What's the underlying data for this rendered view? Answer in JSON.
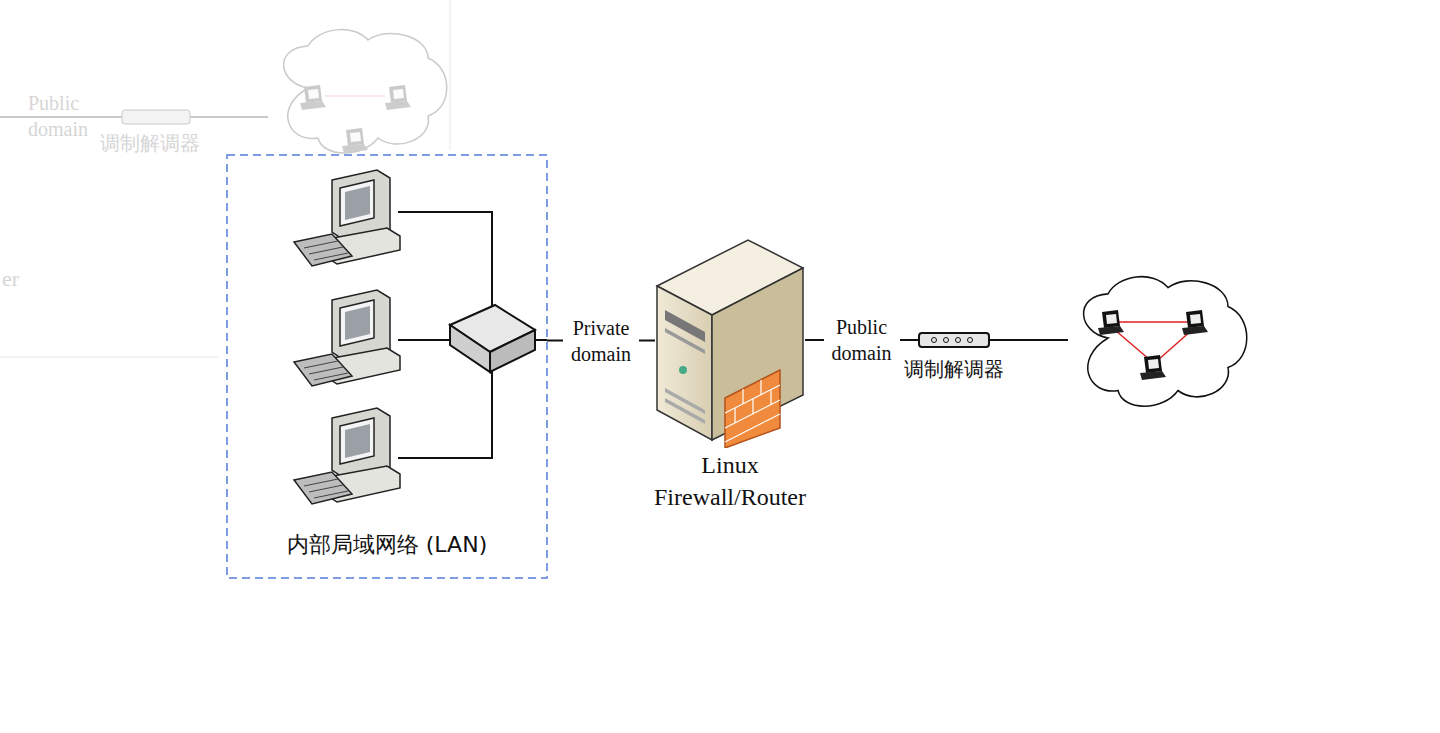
{
  "diagram": {
    "nodes": [
      {
        "text": [
          "内部局域网络 (LAN)"
        ]
      },
      {
        "text": [
          "Linux Firewall/Router"
        ]
      },
      {
        "text": [
          "调制解调器"
        ]
      }
    ],
    "edges": [
      {
        "from": 0,
        "to": 1,
        "label": "Private domain",
        "arrow": "none"
      },
      {
        "from": 1,
        "to": 2,
        "label": "Public domain",
        "arrow": "none"
      }
    ],
    "labels": [
      "Public domain",
      "调制解调器",
      "er"
    ]
  }
}
